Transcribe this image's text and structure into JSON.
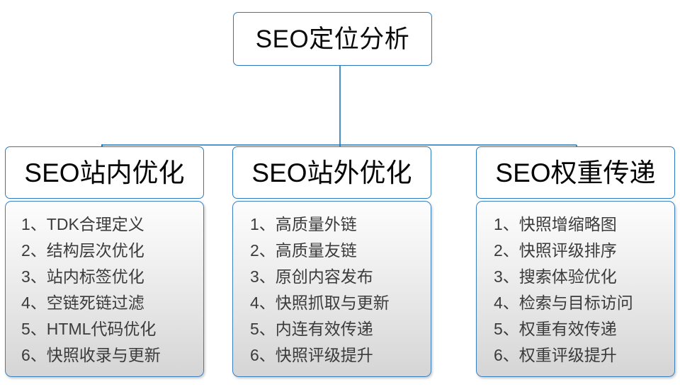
{
  "diagram": {
    "root": {
      "label": "SEO定位分析"
    },
    "connector_color": "#1a73b8",
    "node_border_color": "#2a7ac0",
    "branches": [
      {
        "header": "SEO站内优化",
        "items": [
          "1、TDK合理定义",
          "2、结构层次优化",
          "3、站内标签优化",
          "4、空链死链过滤",
          "5、HTML代码优化",
          "6、快照收录与更新"
        ]
      },
      {
        "header": "SEO站外优化",
        "items": [
          "1、高质量外链",
          "2、高质量友链",
          "3、原创内容发布",
          "4、快照抓取与更新",
          "5、内连有效传递",
          "6、快照评级提升"
        ]
      },
      {
        "header": "SEO权重传递",
        "items": [
          "1、快照增缩略图",
          "2、快照评级排序",
          "3、搜索体验优化",
          "4、检索与目标访问",
          "5、权重有效传递",
          "6、权重评级提升"
        ]
      }
    ]
  }
}
